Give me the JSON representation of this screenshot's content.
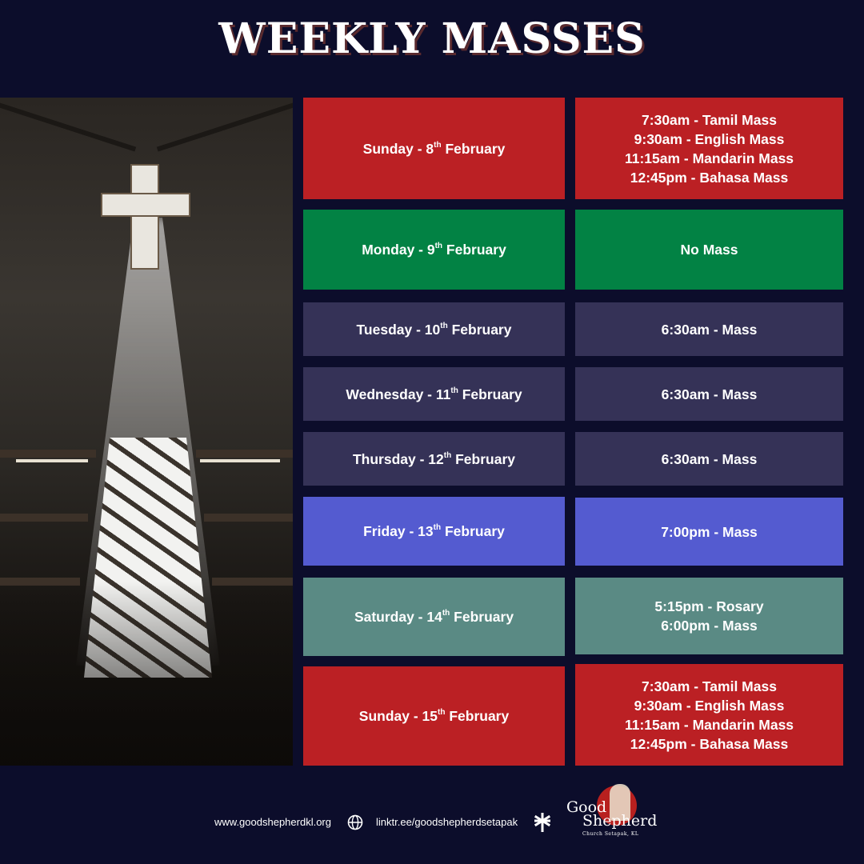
{
  "title": "WEEKLY MASSES",
  "colors": {
    "background": "#0c0d2b",
    "sunday": "#bb2024",
    "monday": "#028244",
    "weekday": "#353257",
    "friday": "#545bd0",
    "saturday": "#5a8a84",
    "text": "#ffffff"
  },
  "photo": {
    "description": "church-interior-with-cross-window-light-beams"
  },
  "schedule": [
    {
      "day": "Sunday - 8",
      "ordinal": "th",
      "month": "February",
      "masses": [
        "7:30am - Tamil Mass",
        "9:30am - English Mass",
        "11:15am - Mandarin Mass",
        "12:45pm - Bahasa Mass"
      ]
    },
    {
      "day": "Monday - 9",
      "ordinal": "th",
      "month": "February",
      "masses": [
        "No Mass"
      ]
    },
    {
      "day": "Tuesday - 10",
      "ordinal": "th",
      "month": "February",
      "masses": [
        "6:30am - Mass"
      ]
    },
    {
      "day": "Wednesday - 11",
      "ordinal": "th",
      "month": "February",
      "masses": [
        "6:30am - Mass"
      ]
    },
    {
      "day": "Thursday - 12",
      "ordinal": "th",
      "month": "February",
      "masses": [
        "6:30am - Mass"
      ]
    },
    {
      "day": "Friday - 13",
      "ordinal": "th",
      "month": "February",
      "masses": [
        "7:00pm - Mass"
      ]
    },
    {
      "day": "Saturday - 14",
      "ordinal": "th",
      "month": "February",
      "masses": [
        "5:15pm - Rosary",
        "6:00pm - Mass"
      ]
    },
    {
      "day": "Sunday - 15",
      "ordinal": "th",
      "month": "February",
      "masses": [
        "7:30am - Tamil Mass",
        "9:30am - English Mass",
        "11:15am - Mandarin Mass",
        "12:45pm - Bahasa Mass"
      ]
    }
  ],
  "footer": {
    "website": "www.goodshepherdkl.org",
    "website_icon": "globe-icon",
    "linktree": "linktr.ee/goodshepherdsetapak",
    "linktree_icon": "linktree-icon",
    "logo": {
      "line1": "Good",
      "line2": "Shepherd",
      "line3": "Church Setapak, KL"
    }
  }
}
